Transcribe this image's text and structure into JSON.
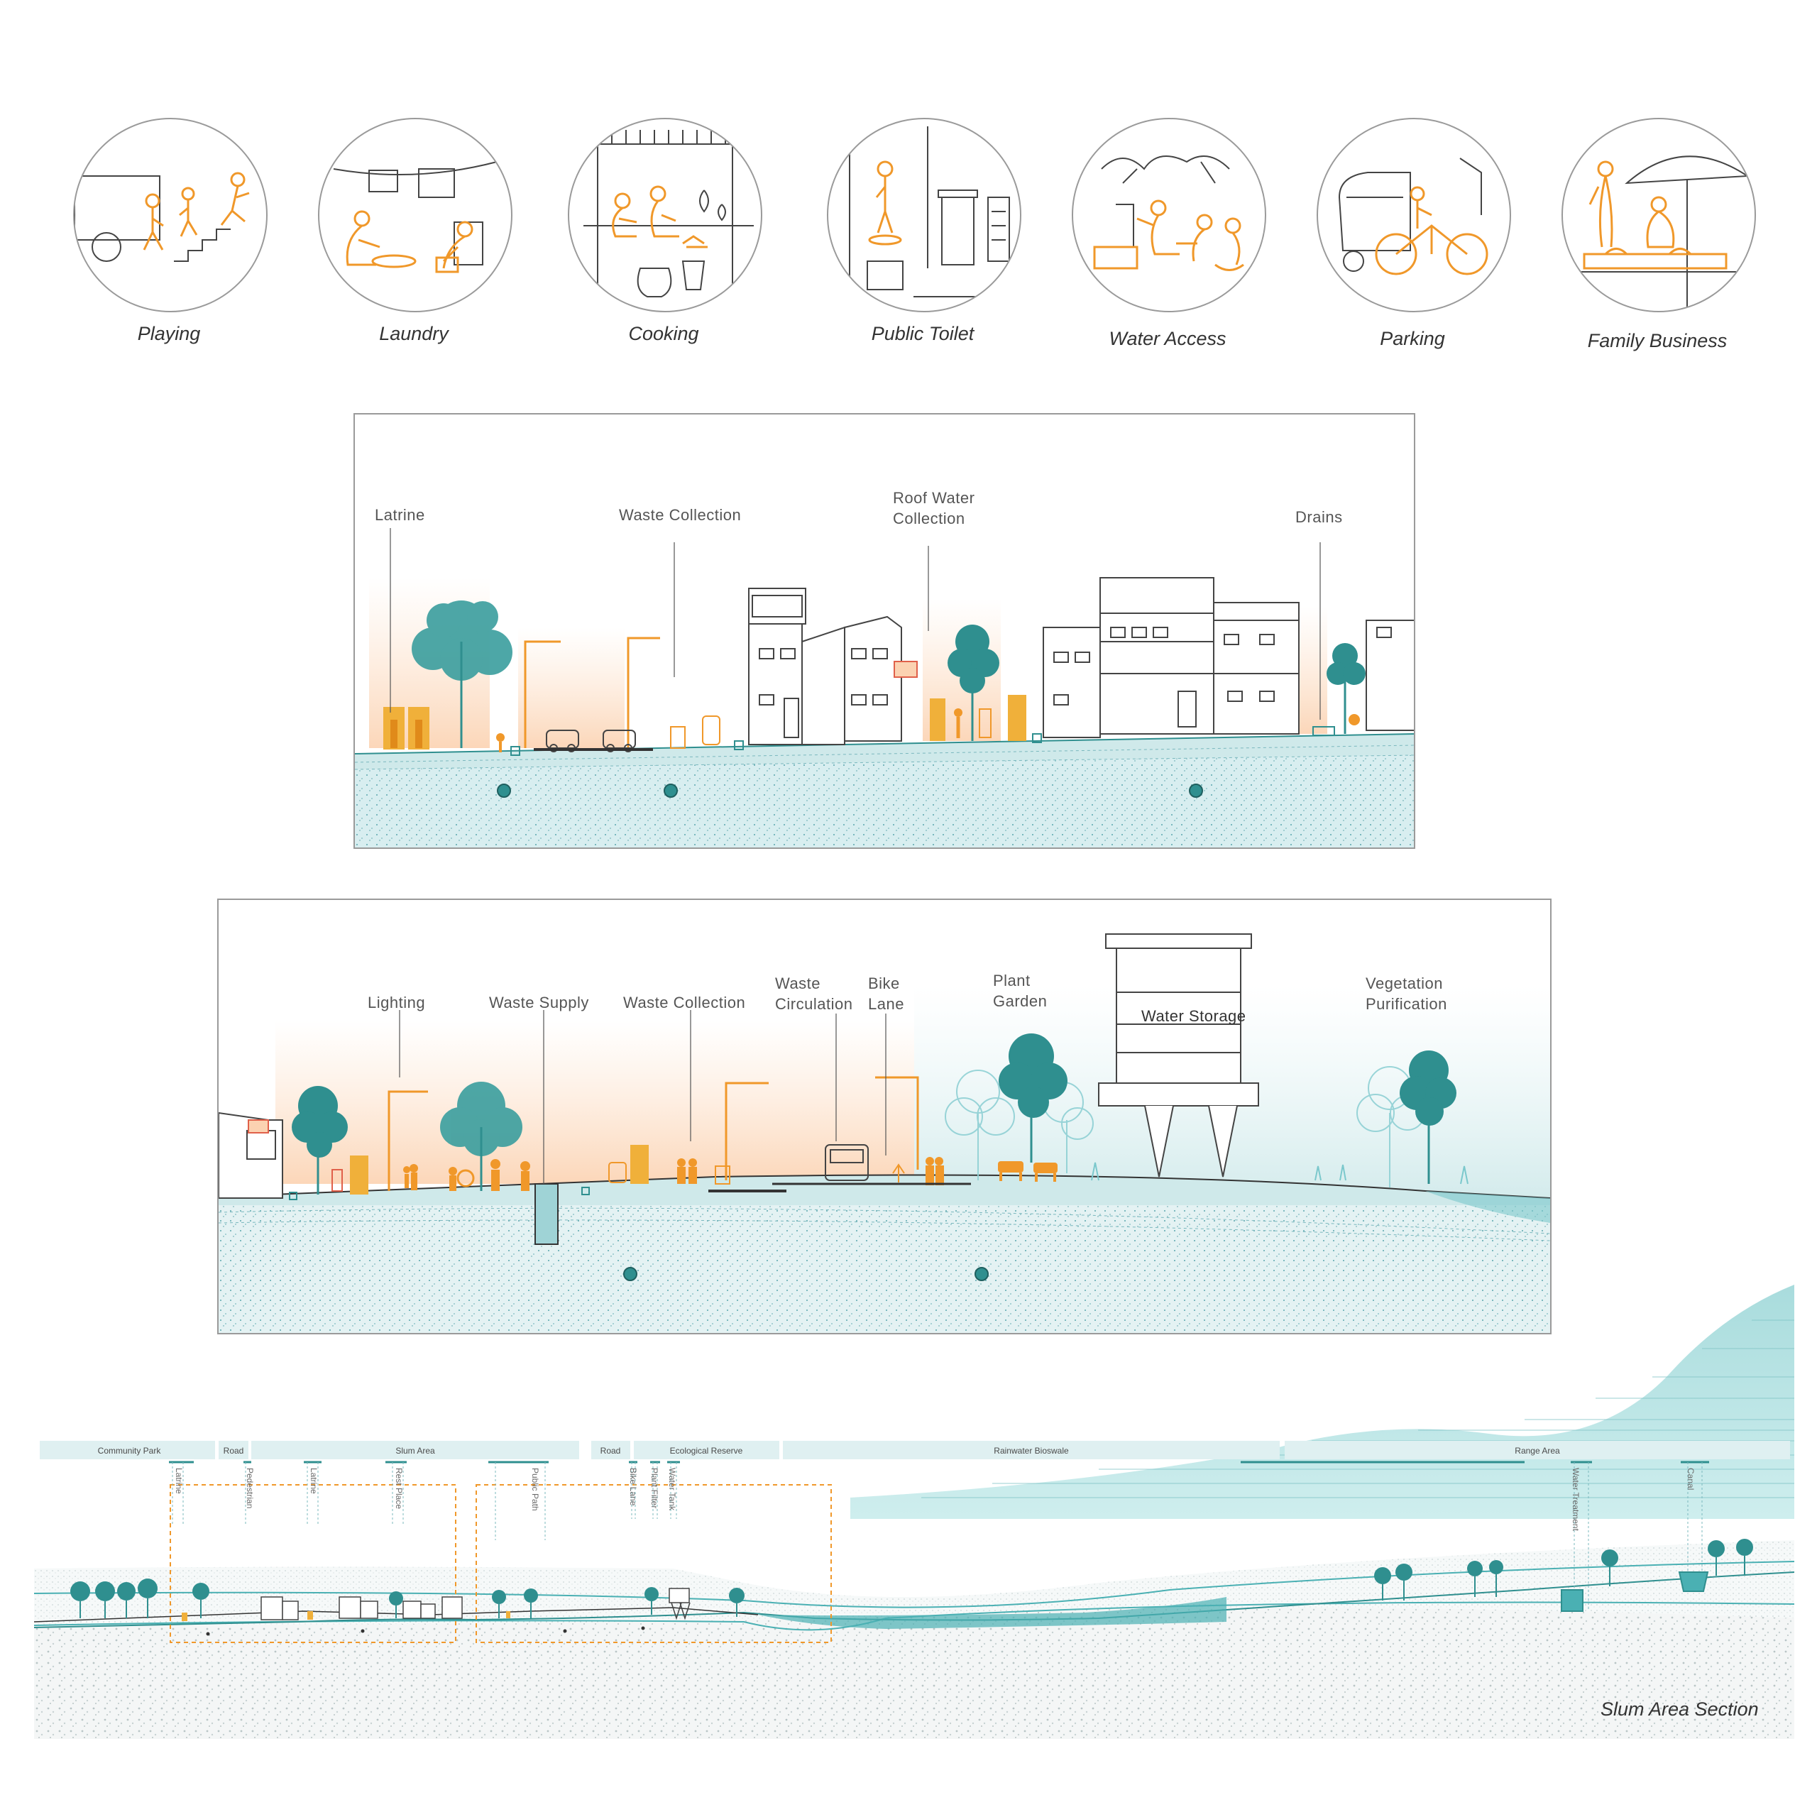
{
  "activities": [
    {
      "label": "Playing"
    },
    {
      "label": "Laundry"
    },
    {
      "label": "Cooking"
    },
    {
      "label": "Public Toilet"
    },
    {
      "label": "Water Access"
    },
    {
      "label": "Parking"
    },
    {
      "label": "Family Business"
    }
  ],
  "section1": {
    "callouts": [
      {
        "text": "Latrine"
      },
      {
        "text": "Waste Collection"
      },
      {
        "text": "Roof Water\nCollection"
      },
      {
        "text": "Drains"
      }
    ]
  },
  "section2": {
    "callouts": [
      {
        "text": "Lighting"
      },
      {
        "text": "Waste Supply"
      },
      {
        "text": "Waste Collection"
      },
      {
        "text": "Waste\nCirculation"
      },
      {
        "text": "Bike\nLane"
      },
      {
        "text": "Plant\nGarden"
      },
      {
        "text": "Vegetation\nPurification"
      }
    ],
    "water_storage_label": "Water Storage"
  },
  "section3": {
    "zones": [
      {
        "label": "Community Park"
      },
      {
        "label": "Road"
      },
      {
        "label": "Slum Area"
      },
      {
        "label": "Road"
      },
      {
        "label": "Ecological Reserve"
      },
      {
        "label": "Rainwater Bioswale"
      },
      {
        "label": "Range Area"
      }
    ],
    "vertical_labels": [
      {
        "label": "Latrine"
      },
      {
        "label": "Pedestrian"
      },
      {
        "label": "Latrine"
      },
      {
        "label": "Rest Place"
      },
      {
        "label": "Public Path"
      },
      {
        "label": "Bike Lane"
      },
      {
        "label": "Plant Filter"
      },
      {
        "label": "Water Tank"
      },
      {
        "label": "Water Treatment"
      },
      {
        "label": "Canal"
      }
    ],
    "caption": "Slum Area Section"
  },
  "colors": {
    "orange": "#f0982a",
    "teal": "#2f8f8f",
    "light_teal": "#cfe9ea",
    "peach": "#fde0c8",
    "outline": "#444444"
  }
}
